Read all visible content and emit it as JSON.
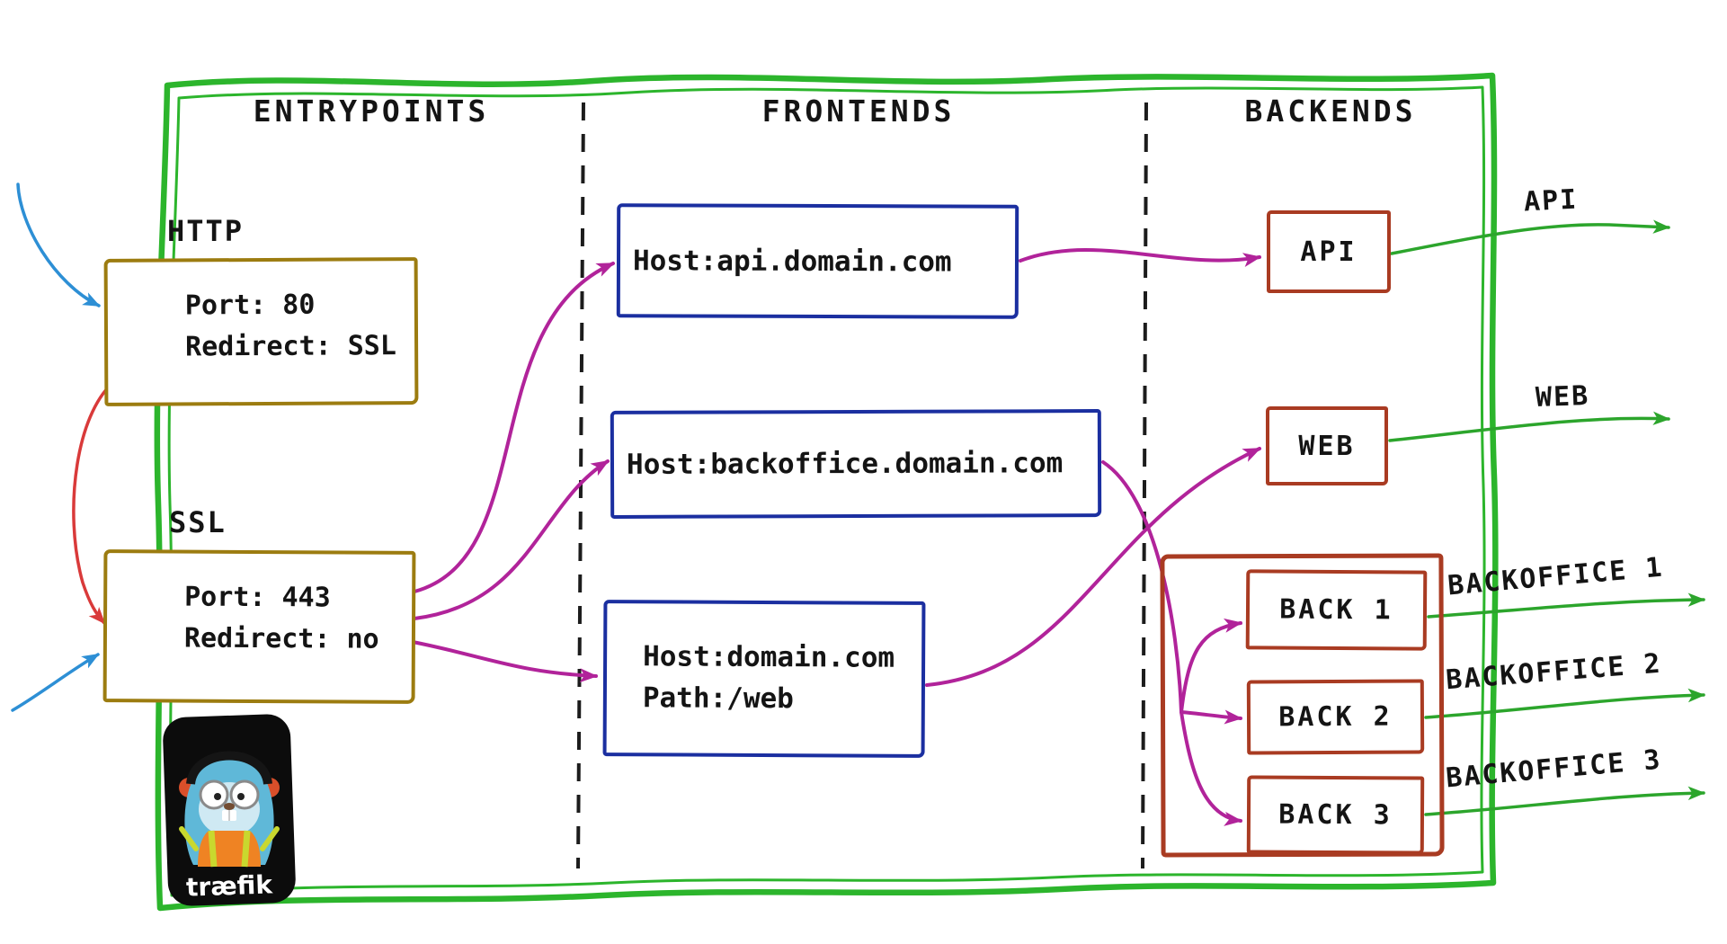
{
  "columns": {
    "entrypoints": "ENTRYPOINTS",
    "frontends": "FRONTENDS",
    "backends": "BACKENDS"
  },
  "entrypoints": {
    "http": {
      "label": "HTTP",
      "port": "Port: 80",
      "redirect": "Redirect: SSL"
    },
    "ssl": {
      "label": "SSL",
      "port": "Port: 443",
      "redirect": "Redirect: no"
    }
  },
  "frontends": {
    "api": {
      "host": "Host:api.domain.com"
    },
    "backoffice": {
      "host": "Host:backoffice.domain.com"
    },
    "web": {
      "host": "Host:domain.com",
      "path": "Path:/web"
    }
  },
  "backends": {
    "api": {
      "label": "API"
    },
    "web": {
      "label": "WEB"
    },
    "back1": {
      "label": "BACK 1"
    },
    "back2": {
      "label": "BACK 2"
    },
    "back3": {
      "label": "BACK 3"
    }
  },
  "exits": {
    "api": "API",
    "web": "WEB",
    "backoffice1": "BACKOFFICE 1",
    "backoffice2": "BACKOFFICE 2",
    "backoffice3": "BACKOFFICE 3"
  },
  "logo": {
    "wordmark": "træfik"
  },
  "colors": {
    "border_green": "#2cb52c",
    "arrow_green": "#2ca52c",
    "arrow_magenta": "#b1239a",
    "arrow_blue": "#2d8fd5",
    "arrow_red": "#d93a3a",
    "ink": "#1c1c1c",
    "entrypoint_box": "#9c7c10",
    "frontend_box": "#1b2fa0",
    "backend_box": "#a93b22",
    "lock_open_red": "#e02828",
    "lock_closed_green": "#2cb52c"
  }
}
